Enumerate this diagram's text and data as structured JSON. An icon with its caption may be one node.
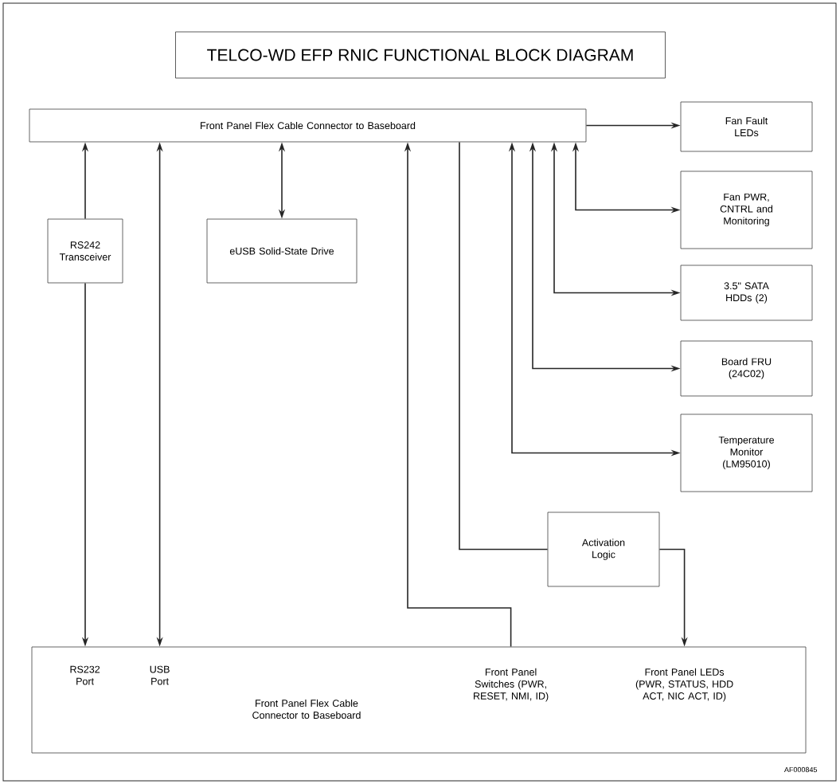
{
  "diagram": {
    "title": "TELCO-WD EFP RNIC FUNCTIONAL BLOCK DIAGRAM",
    "nodes": [
      {
        "text": [
          "Front Panel Flex Cable Connector to Baseboard"
        ]
      },
      {
        "text": [
          "Fan Fault LEDs"
        ]
      },
      {
        "text": [
          "Fan PWR, CNTRL and Monitoring"
        ]
      },
      {
        "text": [
          "3.5\" SATA HDDs (2)"
        ]
      },
      {
        "text": [
          "Board FRU (24C02)"
        ]
      },
      {
        "text": [
          "Temperature Monitor (LM95010)"
        ]
      },
      {
        "text": [
          "RS242 Transceiver"
        ]
      },
      {
        "text": [
          "eUSB Solid-State Drive"
        ]
      },
      {
        "text": [
          "Activation Logic"
        ]
      },
      {
        "text": [
          "Front Panel Flex Cable Connector to Baseboard"
        ]
      },
      {
        "text": [
          "RS232 Port"
        ],
        "in": 9
      },
      {
        "text": [
          "USB Port"
        ],
        "in": 9
      },
      {
        "text": [
          "Front Panel Switches (PWR, RESET, NMI, ID)"
        ],
        "in": 9
      },
      {
        "text": [
          "Front Panel LEDs (PWR, STATUS, HDD ACT, NIC ACT, ID)"
        ],
        "in": 9
      }
    ],
    "edges": [
      {
        "from": 0,
        "to": 1,
        "arrow": "to"
      },
      {
        "from": 0,
        "to": 2,
        "arrow": "both"
      },
      {
        "from": 0,
        "to": 3,
        "arrow": "both"
      },
      {
        "from": 0,
        "to": 4,
        "arrow": "both"
      },
      {
        "from": 0,
        "to": 5,
        "arrow": "both"
      },
      {
        "from": 6,
        "to": 0,
        "arrow": "to"
      },
      {
        "from": 6,
        "to": 10,
        "arrow": "to"
      },
      {
        "from": 0,
        "to": 11,
        "arrow": "both"
      },
      {
        "from": 0,
        "to": 7,
        "arrow": "both"
      },
      {
        "from": 12,
        "to": 0,
        "arrow": "to"
      },
      {
        "from": 0,
        "to": 8,
        "arrow": "none"
      },
      {
        "from": 8,
        "to": 13,
        "arrow": "to"
      }
    ],
    "labels": [
      "AF000845"
    ]
  }
}
